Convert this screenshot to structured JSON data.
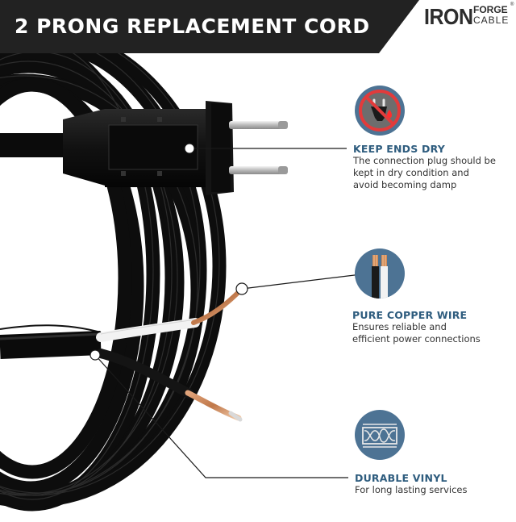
{
  "banner": {
    "title": "2 PRONG REPLACEMENT CORD"
  },
  "logo": {
    "word_main": "IRON",
    "word_top": "FORGE",
    "word_bottom": "CABLE",
    "registered": "®"
  },
  "features": [
    {
      "icon": "no-water-plug-icon",
      "title": "KEEP ENDS DRY",
      "desc_lines": [
        "The connection plug should be",
        "kept in dry condition and",
        "avoid becoming damp"
      ]
    },
    {
      "icon": "copper-wire-icon",
      "title": "PURE COPPER WIRE",
      "desc_lines": [
        "Ensures reliable and",
        "efficient power connections"
      ]
    },
    {
      "icon": "vinyl-insulation-icon",
      "title": "DURABLE VINYL",
      "desc_lines": [
        "For long lasting services"
      ]
    }
  ],
  "colors": {
    "banner": "#222222",
    "accent": "#2e5c7e",
    "icon_bg": "#4d7394",
    "copper": "#c8865a"
  }
}
